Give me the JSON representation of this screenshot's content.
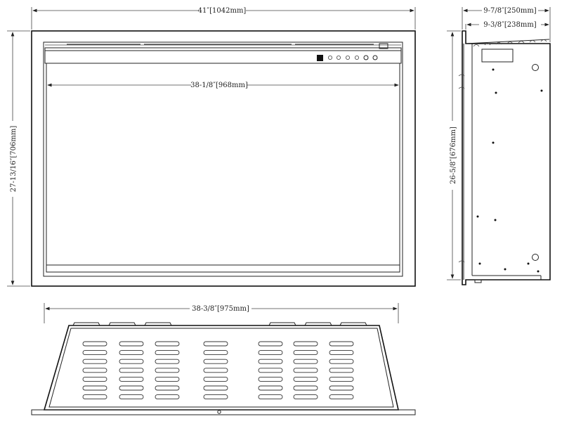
{
  "dimensions": {
    "front_width": "41″[1042mm]",
    "front_height": "27-13/16″[706mm]",
    "opening_width": "38-1/8″[968mm]",
    "side_depth_total": "9-7/8″[250mm]",
    "side_depth_body": "9-3/8″[238mm]",
    "side_height": "26-5/8″[676mm]",
    "top_width": "38-3/8″[975mm]"
  },
  "colors": {
    "line": "#222222",
    "background": "#ffffff"
  }
}
